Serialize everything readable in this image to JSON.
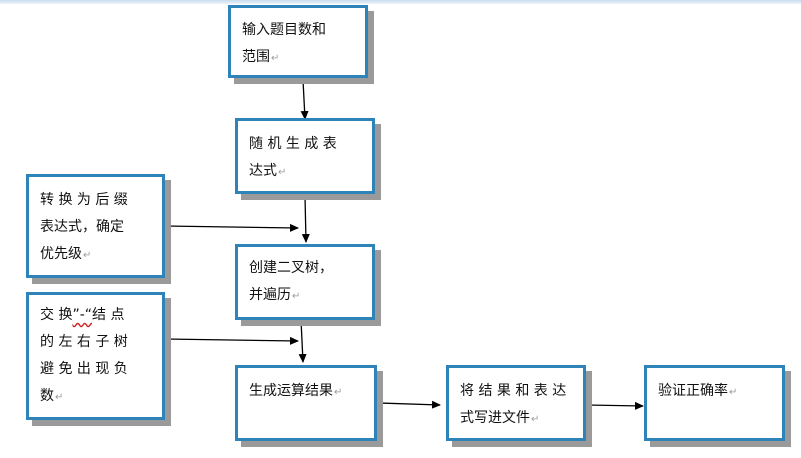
{
  "colors": {
    "box_border": "#2e84b9",
    "shadow": "#9a9a9a",
    "arrow": "#000000"
  },
  "nodes": {
    "input": {
      "line1": "输入题目数和",
      "line2": "范围"
    },
    "generate": {
      "line1": "随 机 生 成 表",
      "line2": "达式"
    },
    "build_tree": {
      "line1": "创建二叉树，",
      "line2": "并遍历"
    },
    "compute": {
      "line1": "生成运算结果"
    },
    "write_file": {
      "line1": "将 结 果 和 表 达",
      "line2": "式写进文件"
    },
    "verify": {
      "line1": "验证正确率"
    },
    "postfix": {
      "line1": "转 换 为 后 缀",
      "line2": "表达式，确定",
      "line3": "优先级"
    },
    "swap": {
      "line1a": "交 换",
      "line1b": "”-“",
      "line1c": "结 点",
      "line2": "的 左 右 子 树",
      "line3": "避 免 出 现 负",
      "line4": "数"
    }
  },
  "return_mark": "↵"
}
